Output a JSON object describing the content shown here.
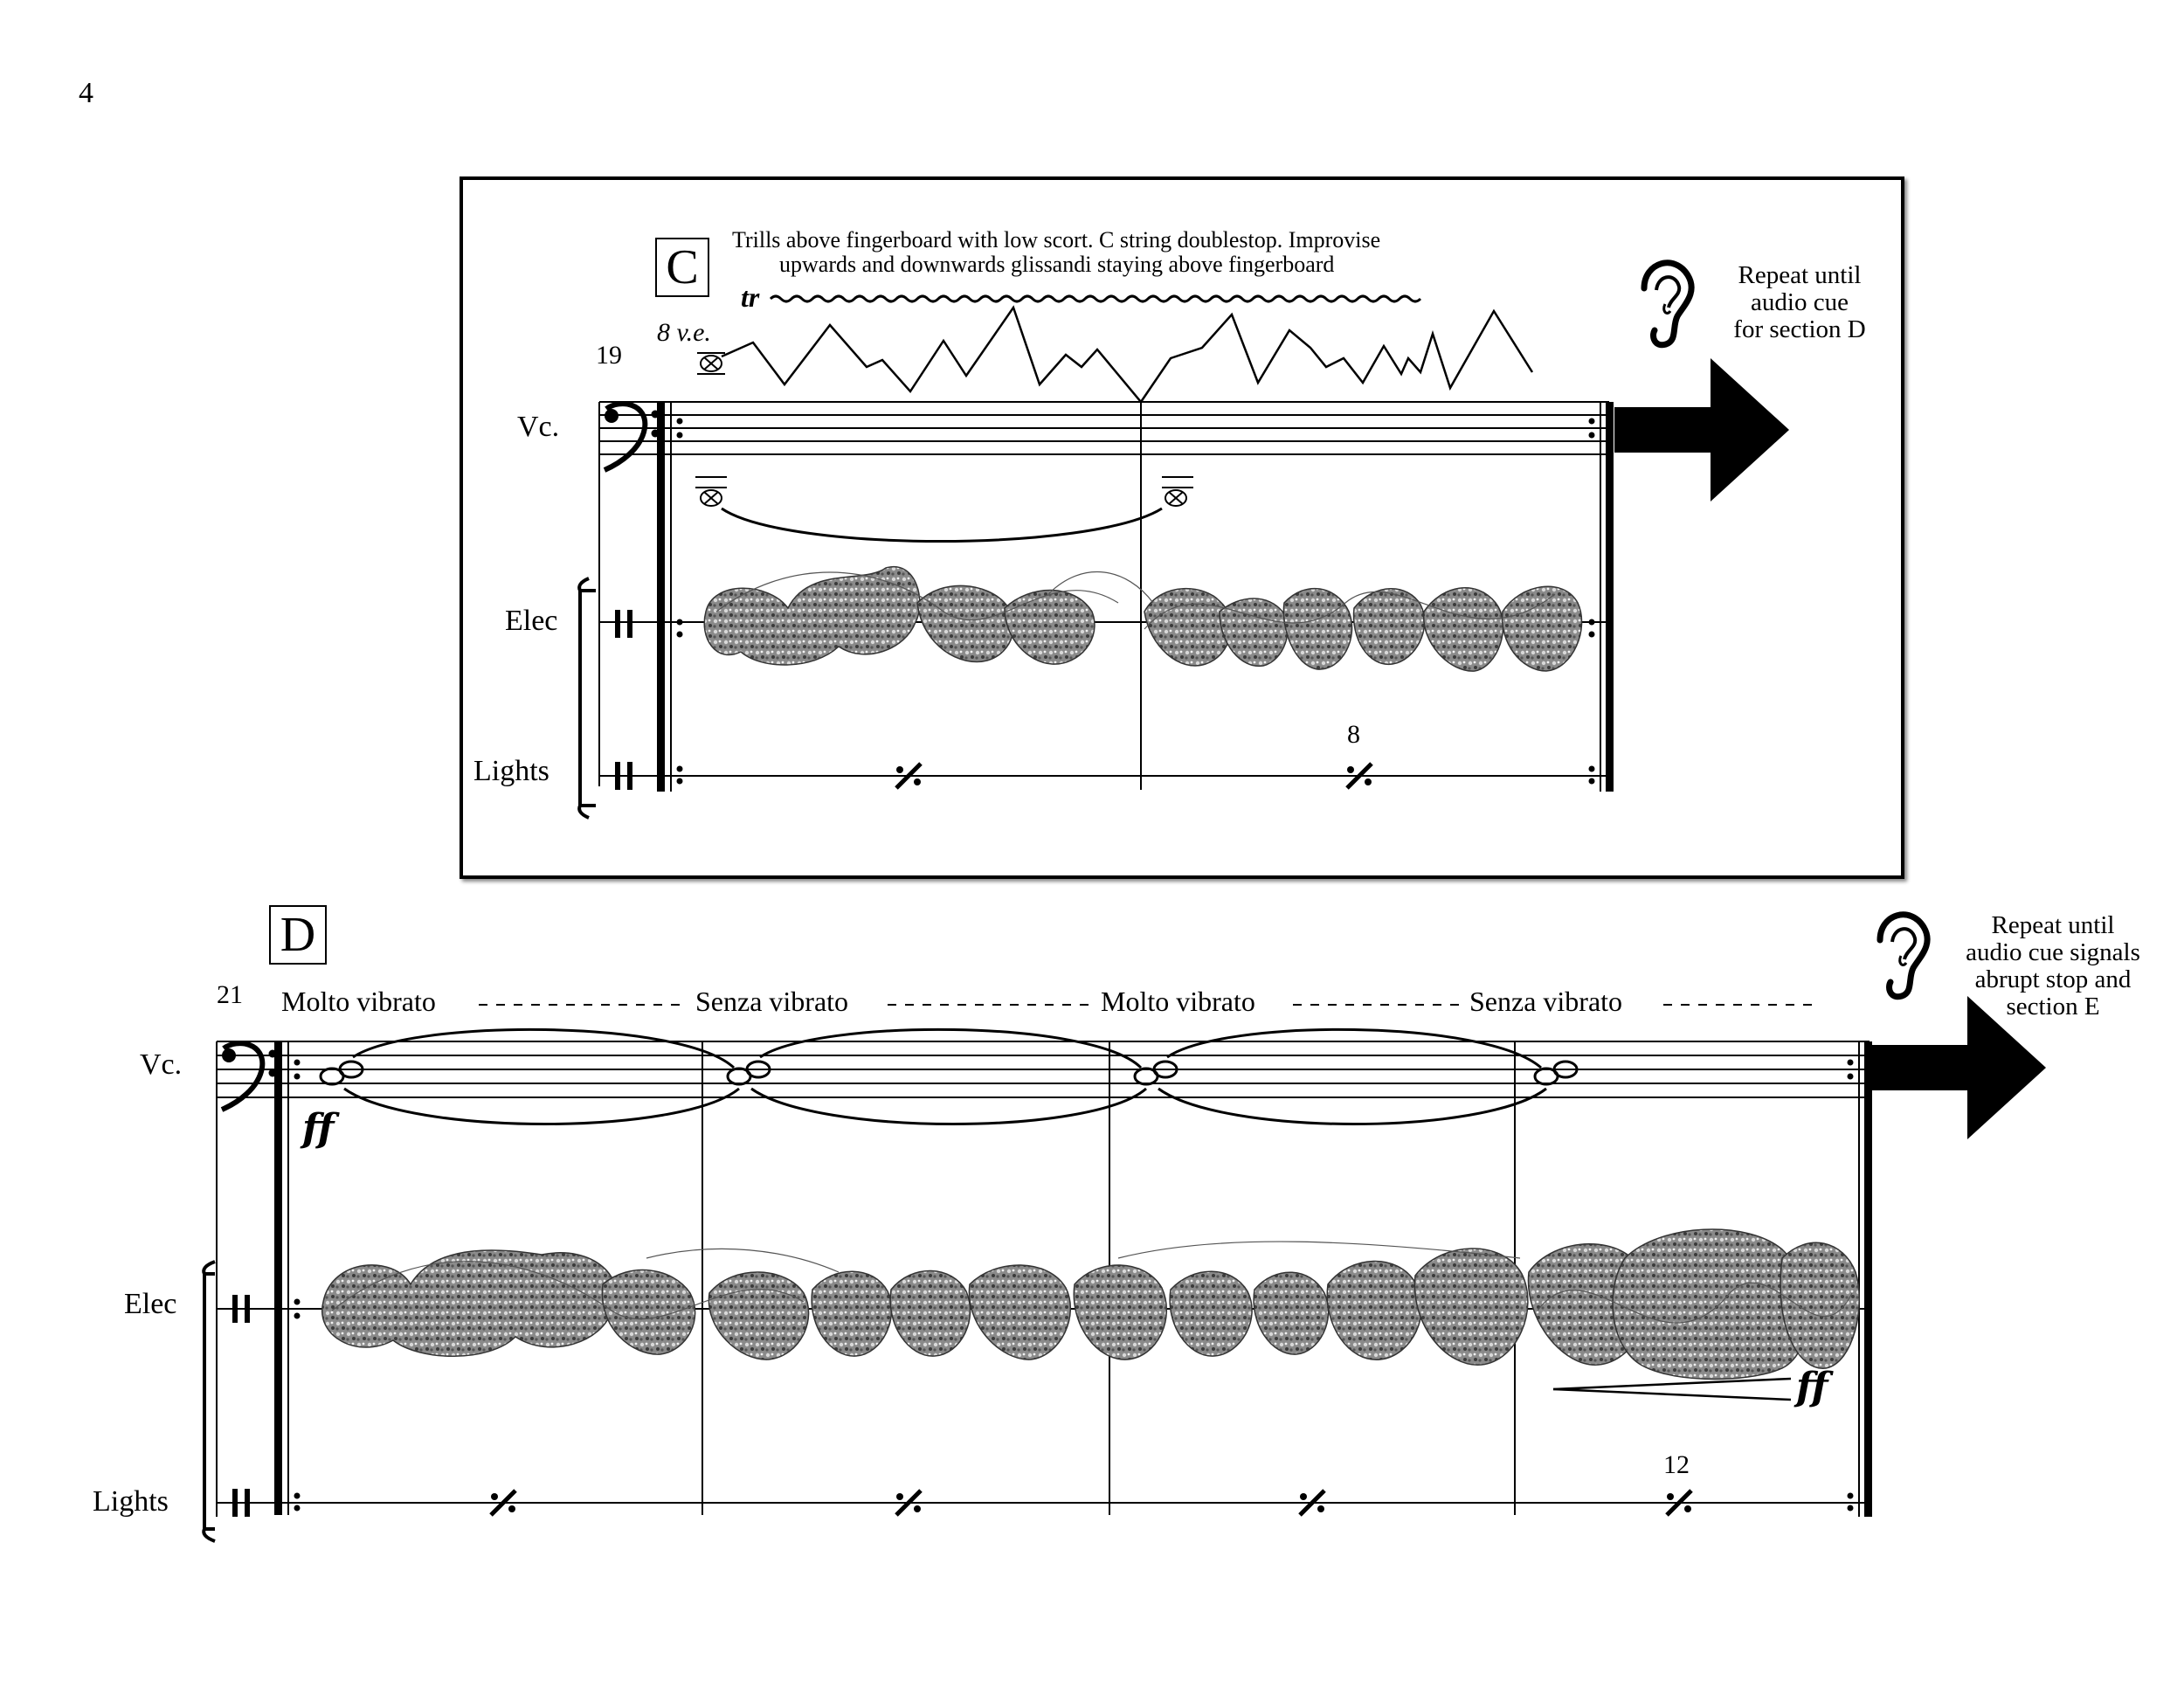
{
  "page": {
    "number": "4"
  },
  "section_c": {
    "rehearsal_mark": "C",
    "measure_number": "19",
    "instruction_line1": "Trills above fingerboard with low scort. C string doublestop. Improvise",
    "instruction_line2": "upwards and downwards glissandi staying above fingerboard",
    "trill_symbol": "tr",
    "octave_marking": "8 v.e.",
    "instruments": [
      "Vc.",
      "Elec",
      "Lights"
    ],
    "lights_repeat_count": "8",
    "repeat_note": [
      "Repeat until",
      "audio cue",
      "for section D"
    ]
  },
  "section_d": {
    "rehearsal_mark": "D",
    "measure_number": "21",
    "expressions": [
      "Molto vibrato",
      "Senza vibrato",
      "Molto vibrato",
      "Senza vibrato"
    ],
    "instruments": [
      "Vc.",
      "Elec",
      "Lights"
    ],
    "dynamic_start": "ff",
    "dynamic_end": "ff",
    "lights_repeat_count": "12",
    "repeat_note": [
      "Repeat until",
      "audio cue signals",
      "abrupt stop and",
      "section E"
    ]
  },
  "icons": [
    "ear-icon",
    "arrow-right-icon",
    "bass-clef-icon",
    "percussion-clef-icon",
    "measure-repeat-icon"
  ]
}
